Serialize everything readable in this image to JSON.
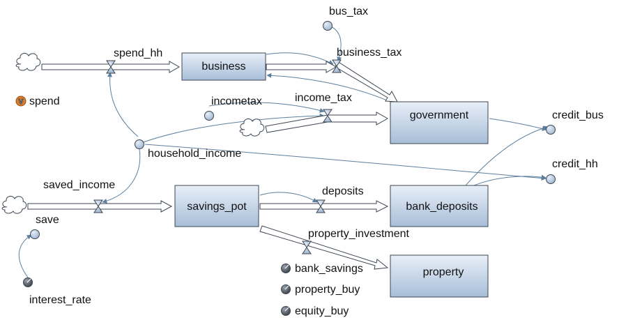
{
  "diagram": {
    "stocks": {
      "business": "business",
      "government": "government",
      "savings_pot": "savings_pot",
      "bank_deposits": "bank_deposits",
      "property": "property"
    },
    "flows": {
      "spend_hh": "spend_hh",
      "business_tax": "business_tax",
      "income_tax": "income_tax",
      "saved_income": "saved_income",
      "deposits": "deposits",
      "property_investment": "property_investment"
    },
    "variables": {
      "bus_tax": "bus_tax",
      "spend": "spend",
      "incometax": "incometax",
      "household_income": "household_income",
      "credit_bus": "credit_bus",
      "credit_hh": "credit_hh",
      "save": "save",
      "interest_rate": "interest_rate",
      "bank_savings": "bank_savings",
      "property_buy": "property_buy",
      "equity_buy": "equity_buy"
    },
    "badges": {
      "spend_badge": "V"
    },
    "colors": {
      "stock_top": "#e6eef7",
      "stock_bottom": "#a9c0d9",
      "stock_border": "#3c4652",
      "link": "#5d7f9e",
      "aux_fill": "#b9cbe0",
      "badge": "#d97c2b"
    }
  }
}
